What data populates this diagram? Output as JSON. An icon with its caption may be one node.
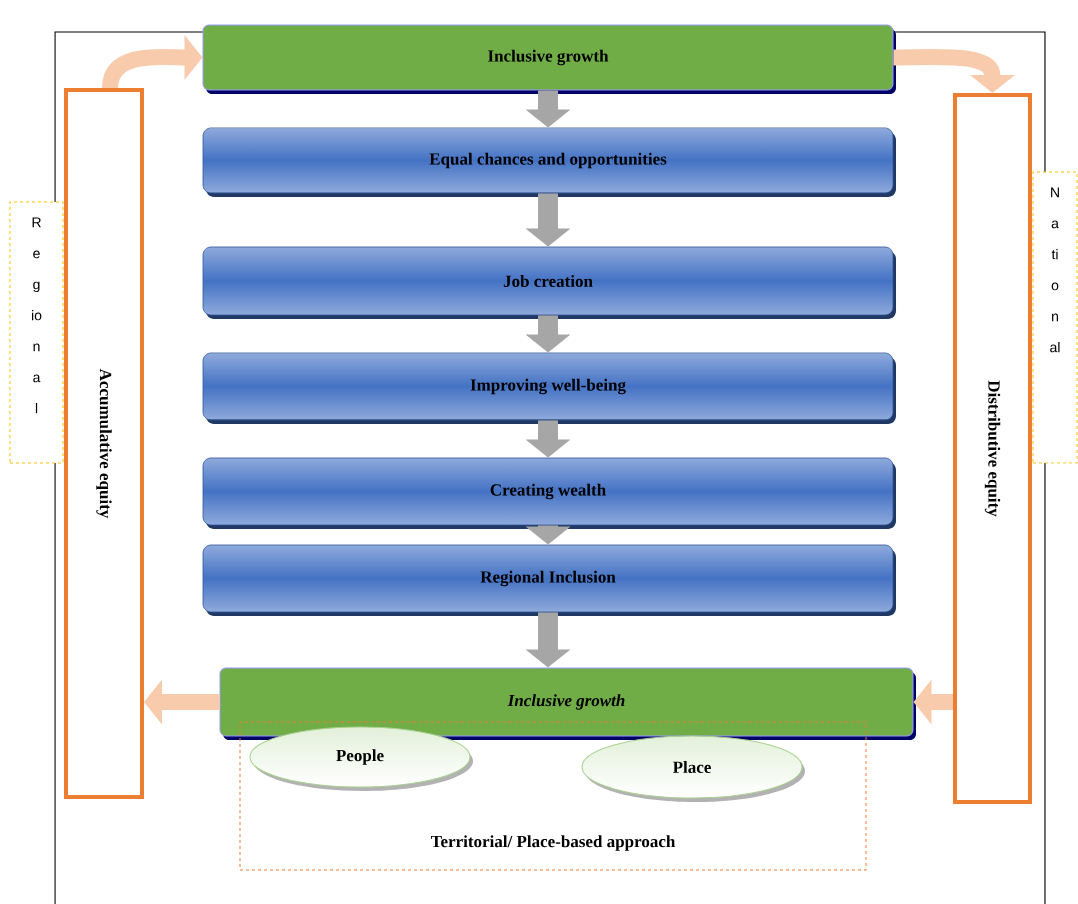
{
  "diagram": {
    "nodes": [
      {
        "text": [
          "Inclusive growth"
        ]
      },
      {
        "text": [
          "Equal chances and opportunities"
        ]
      },
      {
        "text": [
          "Job creation"
        ]
      },
      {
        "text": [
          "Improving well-being"
        ]
      },
      {
        "text": [
          "Creating wealth"
        ]
      },
      {
        "text": [
          "Regional Inclusion"
        ]
      },
      {
        "text": [
          "Inclusive growth"
        ]
      },
      {
        "text": [
          "Territorial/ Place-based approach"
        ]
      },
      {
        "text": [
          "People"
        ],
        "in": 7
      },
      {
        "text": [
          "Place"
        ],
        "in": 7
      },
      {
        "text": [
          "Accumulative equity"
        ]
      },
      {
        "text": [
          "Distributive equity"
        ]
      },
      {
        "text": [
          "R e g io n a l"
        ]
      },
      {
        "text": [
          "N a ti o n al"
        ]
      }
    ],
    "edges": [
      {
        "from": 0,
        "to": 1,
        "arrow": "to"
      },
      {
        "from": 1,
        "to": 2,
        "arrow": "to"
      },
      {
        "from": 2,
        "to": 3,
        "arrow": "to"
      },
      {
        "from": 3,
        "to": 4,
        "arrow": "to"
      },
      {
        "from": 4,
        "to": 5,
        "arrow": "to"
      },
      {
        "from": 5,
        "to": 6,
        "arrow": "to"
      },
      {
        "from": 10,
        "to": 0,
        "arrow": "to",
        "color": "#f8cbad"
      },
      {
        "from": 0,
        "to": 11,
        "arrow": "to",
        "color": "#f8cbad"
      },
      {
        "from": 11,
        "to": 6,
        "arrow": "to",
        "color": "#f8cbad"
      },
      {
        "from": 6,
        "to": 10,
        "arrow": "to",
        "color": "#f8cbad"
      }
    ]
  }
}
